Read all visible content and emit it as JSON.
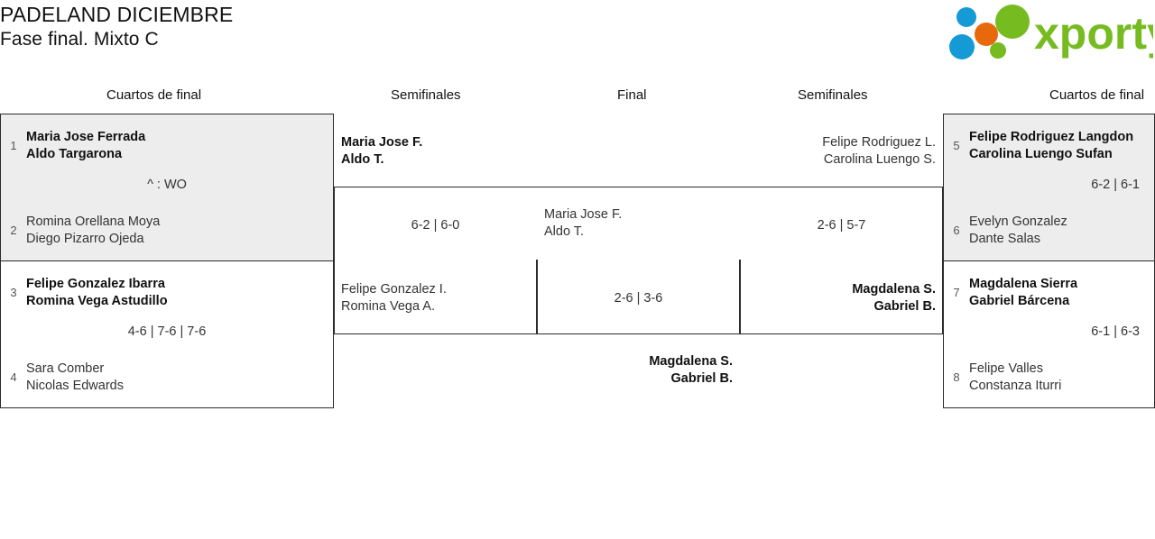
{
  "header": {
    "tournament_name": "PADELAND DICIEMBRE",
    "phase": "Fase final. Mixto C",
    "logo_text": "xporty",
    "logo_colors": {
      "green": "#76bc21",
      "blue": "#159ad6",
      "orange": "#e8690b"
    }
  },
  "rounds": {
    "qf_left": "Cuartos de final",
    "sf_left": "Semifinales",
    "final": "Final",
    "sf_right": "Semifinales",
    "qf_right": "Cuartos de final"
  },
  "bracket": {
    "quarterfinals_left": [
      {
        "shaded": true,
        "top": {
          "seed": "1",
          "player1": "Maria Jose Ferrada",
          "player2": "Aldo Targarona",
          "winner": true
        },
        "bottom": {
          "seed": "2",
          "player1": "Romina Orellana Moya",
          "player2": "Diego Pizarro Ojeda",
          "winner": false
        },
        "score": "^ : WO"
      },
      {
        "shaded": false,
        "top": {
          "seed": "3",
          "player1": "Felipe Gonzalez Ibarra",
          "player2": "Romina Vega Astudillo",
          "winner": true
        },
        "bottom": {
          "seed": "4",
          "player1": "Sara Comber",
          "player2": "Nicolas Edwards",
          "winner": false
        },
        "score": "4-6 | 7-6 | 7-6"
      }
    ],
    "quarterfinals_right": [
      {
        "shaded": true,
        "top": {
          "seed": "5",
          "player1": "Felipe Rodriguez Langdon",
          "player2": "Carolina Luengo Sufan",
          "winner": true
        },
        "bottom": {
          "seed": "6",
          "player1": "Evelyn Gonzalez",
          "player2": "Dante Salas",
          "winner": false
        },
        "score": "6-2 | 6-1"
      },
      {
        "shaded": false,
        "top": {
          "seed": "7",
          "player1": "Magdalena Sierra",
          "player2": "Gabriel Bárcena",
          "winner": true
        },
        "bottom": {
          "seed": "8",
          "player1": "Felipe Valles",
          "player2": "Constanza Iturri",
          "winner": false
        },
        "score": "6-1 | 6-3"
      }
    ],
    "semifinal_left": {
      "top": {
        "player1": "Maria Jose F.",
        "player2": "Aldo T.",
        "winner": true
      },
      "bottom": {
        "player1": "Felipe Gonzalez I.",
        "player2": "Romina Vega A.",
        "winner": false
      },
      "score": "6-2 | 6-0"
    },
    "semifinal_right": {
      "top": {
        "player1": "Felipe Rodriguez L.",
        "player2": "Carolina Luengo S.",
        "winner": false
      },
      "bottom": {
        "player1": "Magdalena S.",
        "player2": "Gabriel B.",
        "winner": true
      },
      "score": "2-6 | 5-7"
    },
    "final": {
      "top": {
        "player1": "Maria Jose F.",
        "player2": "Aldo T.",
        "winner": false
      },
      "bottom": {
        "player1": "Magdalena S.",
        "player2": "Gabriel B.",
        "winner": true
      },
      "score": "2-6 | 3-6"
    }
  }
}
